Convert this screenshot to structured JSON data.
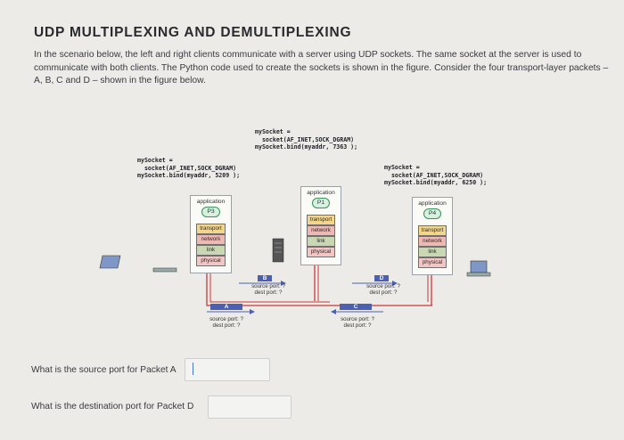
{
  "header": {
    "title": "UDP MULTIPLEXING AND DEMULTIPLEXING",
    "intro": "In the scenario below, the left and right clients communicate with a server using UDP sockets. The same socket at the server is used to communicate with both clients. The Python code used to create the sockets is shown in the figure. Consider the four transport-layer packets – A, B, C and D – shown in the figure below."
  },
  "figure": {
    "center_code": "mySocket =\n  socket(AF_INET,SOCK_DGRAM)\nmySocket.bind(myaddr, 7363 );",
    "left_code": "mySocket =\n  socket(AF_INET,SOCK_DGRAM)\nmySocket.bind(myaddr, 5209 );",
    "right_code": "mySocket =\n  socket(AF_INET,SOCK_DGRAM)\nmySocket.bind(myaddr, 6250 );",
    "layers": {
      "application": "application",
      "transport": "transport",
      "network": "network",
      "link": "link",
      "physical": "physical"
    },
    "processes": {
      "left": "P3",
      "center": "P1",
      "right": "P4"
    },
    "packets": {
      "A": {
        "name": "A",
        "text": "source port: ?\ndest port: ?"
      },
      "B": {
        "name": "B",
        "text": "source port: ?\ndest port: ?"
      },
      "C": {
        "name": "C",
        "text": "source port: ?\ndest port: ?"
      },
      "D": {
        "name": "D",
        "text": "source port: ?\ndest port: ?"
      }
    }
  },
  "questions": [
    {
      "label": "What is the source port for Packet A",
      "value": ""
    },
    {
      "label": "What is the destination port for Packet D",
      "value": ""
    }
  ],
  "colors": {
    "packet": "#4d5fb0",
    "link_line": "#c73a3a",
    "process_fill": "#d8f0de"
  }
}
